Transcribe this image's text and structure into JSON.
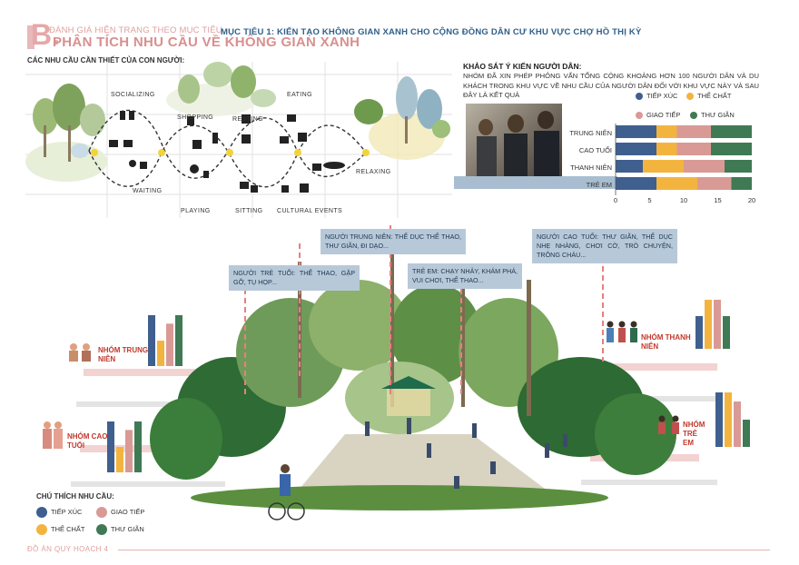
{
  "header": {
    "letter": "B.",
    "subtitle": "ĐÁNH GIÁ HIỆN TRẠNG THEO MỤC TIÊU",
    "title": "PHÂN TÍCH NHU CẦU VỀ KHÔNG GIAN XANH",
    "goal": "MỤC TIÊU 1: KIẾN TẠO KHÔNG GIAN XANH CHO CỘNG ĐỒNG DÂN CƯ KHU VỰC CHỢ HỒ THỊ KỲ"
  },
  "needs_section": {
    "title": "CÁC NHU CẦU CẦN THIẾT CỦA CON NGƯỜI:",
    "activities": [
      "SOCIALIZING",
      "SHOPPING",
      "RESTING",
      "EATING",
      "WAITING",
      "PLAYING",
      "SITTING",
      "CULTURAL EVENTS",
      "RELAXING"
    ]
  },
  "survey": {
    "title": "KHẢO SÁT Ý KIẾN NGƯỜI DÂN:",
    "text": "NHÓM ĐÃ XIN PHÉP PHỎNG VẤN TỔNG CỘNG KHOẢNG HƠN 100 NGƯỜI DÂN VÀ DU KHÁCH TRONG KHU VỰC VỀ NHU CẦU CỦA NGƯỜI DÂN ĐỐI VỚI KHU VỰC NÀY VÀ SAU ĐÂY LÀ KẾT QUẢ"
  },
  "colors": {
    "tiep_xuc": "#3f5f8f",
    "the_chat": "#f3b43f",
    "giao_tiep": "#d99a95",
    "thu_gian": "#3f7a55"
  },
  "chart_data": {
    "type": "bar",
    "orientation": "horizontal-stacked",
    "categories": [
      "TRUNG NIÊN",
      "CAO TUỔI",
      "THANH NIÊN",
      "TRẺ EM"
    ],
    "series": [
      {
        "name": "TIẾP XÚC",
        "values": [
          6,
          6,
          4,
          6
        ]
      },
      {
        "name": "THỂ CHẤT",
        "values": [
          3,
          3,
          6,
          6
        ]
      },
      {
        "name": "GIAO TIẾP",
        "values": [
          5,
          5,
          6,
          5
        ]
      },
      {
        "name": "THƯ GIÃN",
        "values": [
          6,
          6,
          4,
          3
        ]
      }
    ],
    "xticks": [
      "0",
      "5",
      "10",
      "15",
      "20"
    ],
    "xlim": [
      0,
      20
    ],
    "legend": "top"
  },
  "callouts": [
    {
      "text": "NGƯỜI TRẺ TUỔI: THỂ THAO, GẶP GỠ, TỤ HỌP..."
    },
    {
      "text": "NGƯỜI TRUNG NIÊN: THỂ DỤC THỂ THAO, THƯ GIÃN, ĐI DẠO..."
    },
    {
      "text": "TRẺ EM: CHẠY NHẢY, KHÁM PHÁ, VUI CHƠI, THỂ THAO..."
    },
    {
      "text": "NGƯỜI CAO TUỔI: THƯ GIÃN, THỂ DỤC NHẸ NHÀNG, CHƠI CỜ, TRÒ CHUYỆN, TRÔNG CHÁU..."
    }
  ],
  "groups": [
    {
      "label": "NHÓM TRUNG NIÊN",
      "bars": [
        6,
        3,
        5,
        6
      ]
    },
    {
      "label": "NHÓM CAO TUỔI",
      "bars": [
        6,
        3,
        5,
        6
      ]
    },
    {
      "label": "NHÓM THANH NIÊN",
      "bars": [
        4,
        6,
        6,
        4
      ]
    },
    {
      "label": "NHÓM TRẺ EM",
      "bars": [
        6,
        6,
        5,
        3
      ]
    }
  ],
  "legend": {
    "title": "CHÚ THÍCH NHU CẦU:",
    "items": [
      "TIẾP XÚC",
      "GIAO TIẾP",
      "THỂ CHẤT",
      "THƯ GIÃN"
    ]
  },
  "footer": "ĐỒ ÁN QUY HOẠCH 4"
}
